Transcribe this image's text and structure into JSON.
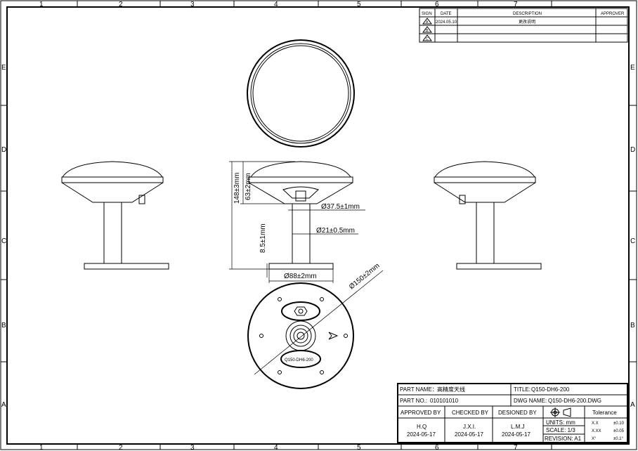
{
  "grid": {
    "columns": [
      "1",
      "2",
      "3",
      "4",
      "5",
      "6",
      "7"
    ],
    "rows": [
      "E",
      "D",
      "C",
      "B",
      "A"
    ]
  },
  "revision_table": {
    "headers": {
      "sign": "SIGN",
      "date": "DATE",
      "description": "DESCRIPTION",
      "approver": "APPROVER"
    },
    "rows": [
      {
        "sign": "A",
        "date": "2024.05.10",
        "description": "更改说明",
        "approver": ""
      },
      {
        "sign": "B",
        "date": "",
        "description": "",
        "approver": ""
      },
      {
        "sign": "C",
        "date": "",
        "description": "",
        "approver": ""
      }
    ]
  },
  "dimensions": {
    "overall_height": "148±3mm",
    "dome_height": "63±2mm",
    "collar_diameter": "Ø37.5±1mm",
    "stem_diameter": "Ø21±0.5mm",
    "base_thickness": "8.5±1mm",
    "base_diameter": "Ø88±2mm",
    "dome_diameter": "Ø150±2mm"
  },
  "bottom_label": "Q150-DH6-200",
  "title_block": {
    "part_name_label": "PART NAME：",
    "part_name": "高精度天线",
    "title_label": "TITLE:",
    "title": "Q150-DH6-200",
    "part_no_label": "PART NO.:",
    "part_no": "010101010",
    "dwg_name_label": "DWG NAME:",
    "dwg_name": "Q150-DH6-200.DWG",
    "approved_by_label": "APPROVED BY",
    "checked_by_label": "CHECKED BY",
    "designed_by_label": "DESIONED BY",
    "tolerance_label": "Tolerance",
    "approved_by": "H.Q",
    "approved_date": "2024-05-17",
    "checked_by": "J.X.I.",
    "checked_date": "2024-05-17",
    "designed_by": "L.M.J",
    "designed_date": "2024-05-17",
    "units": "UNITS:  mm",
    "scale": "SCALE:  1/3",
    "revision": "REVISION:  A1",
    "tolerances": [
      {
        "fmt": "X.X",
        "val": "±0.10"
      },
      {
        "fmt": "X.XX",
        "val": "±0.05"
      },
      {
        "fmt": "X°",
        "val": "±0.1°"
      }
    ]
  }
}
